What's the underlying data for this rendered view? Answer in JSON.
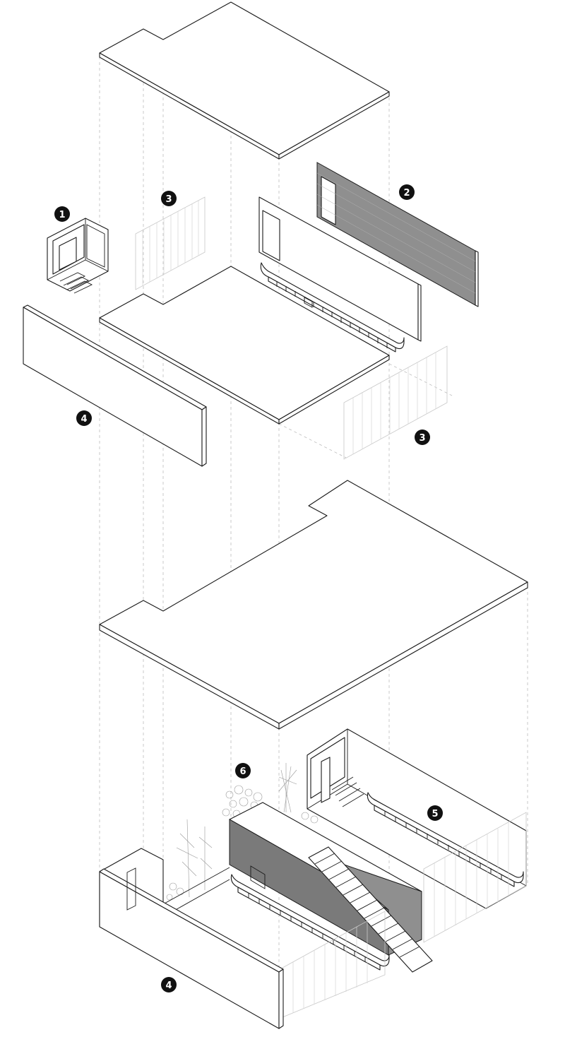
{
  "markers": [
    {
      "id": "m1",
      "label": "1"
    },
    {
      "id": "m2",
      "label": "2"
    },
    {
      "id": "m3a",
      "label": "3"
    },
    {
      "id": "m3b",
      "label": "3"
    },
    {
      "id": "m4a",
      "label": "4"
    },
    {
      "id": "m4b",
      "label": "4"
    },
    {
      "id": "m5",
      "label": "5"
    },
    {
      "id": "m6",
      "label": "6"
    }
  ],
  "colors": {
    "line": "#1a1a1a",
    "guide": "#bdbdbd",
    "brick": "#8f8f8f",
    "marker": "#111111"
  }
}
